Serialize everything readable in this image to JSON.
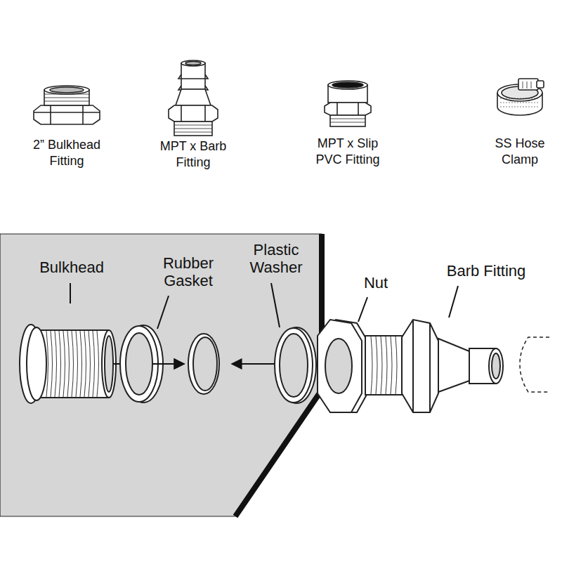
{
  "diagram": {
    "labels": [
      "2” Bulkhead Fitting",
      "MPT x Barb Fitting",
      "MPT x Slip PVC Fitting",
      "SS Hose Clamp",
      "Bulkhead",
      "Rubber Gasket",
      "Plastic Washer",
      "Nut",
      "Barb Fitting"
    ]
  }
}
